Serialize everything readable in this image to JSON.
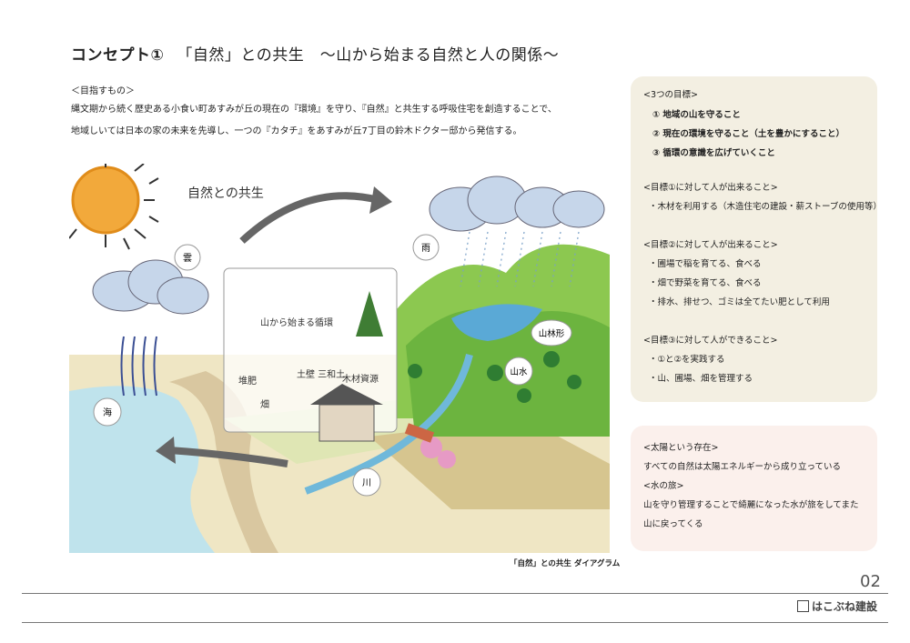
{
  "title": {
    "main": "コンセプト①",
    "sub": "「自然」との共生　～山から始まる自然と人の関係～"
  },
  "aim": {
    "heading": "＜目指すもの＞",
    "line1": "縄文期から続く歴史ある小食い町あすみが丘の現在の『環境』を守り、『自然』と共生する呼吸住宅を創造することで、",
    "line2": "地域しいては日本の家の未来を先導し、一つの『カタチ』をあすみが丘7丁目の鈴木ドクター邸から発信する。"
  },
  "diagram": {
    "title": "自然との共生",
    "cycle_title": "山から始まる循環",
    "labels": {
      "cloud": "雲",
      "rain": "雨",
      "sea": "海",
      "river": "川",
      "mountain_forest": "山林形",
      "mountain_water": "山水",
      "compost": "堆肥",
      "field": "畑",
      "soil": "土壁\n三和土",
      "wood": "木材資源"
    },
    "caption": "「自然」との共生 ダイアグラム"
  },
  "goals": {
    "heading": "<3つの目標>",
    "items": [
      "① 地域の山を守ること",
      "② 現在の環境を守ること（土を豊かにすること）",
      "③ 循環の意識を広げていくこと"
    ],
    "g1_heading": "<目標①に対して人が出来ること>",
    "g1_items": [
      "・木材を利用する（木造住宅の建設・薪ストーブの使用等）"
    ],
    "g2_heading": "<目標②に対して人が出来ること>",
    "g2_items": [
      "・圃場で稲を育てる、食べる",
      "・畑で野菜を育てる、食べる",
      "・排水、排せつ、ゴミは全てたい肥として利用"
    ],
    "g3_heading": "<目標③に対して人ができること>",
    "g3_items": [
      "・①と②を実践する",
      "・山、圃場、畑を管理する"
    ]
  },
  "sun_water": {
    "sun_heading": "<太陽という存在>",
    "sun_text": "すべての自然は太陽エネルギーから成り立っている",
    "water_heading": "<水の旅>",
    "water_text1": "山を守り管理することで綺麗になった水が旅をしてまた",
    "water_text2": "山に戻ってくる"
  },
  "footer": {
    "page": "02",
    "brand": "はこぶね建設"
  },
  "colors": {
    "panel1": "#f3efe2",
    "panel2": "#fbf0ec",
    "sea": "#bfe3ec",
    "mountain": "#6cb43f",
    "sun": "#f2a93b"
  }
}
